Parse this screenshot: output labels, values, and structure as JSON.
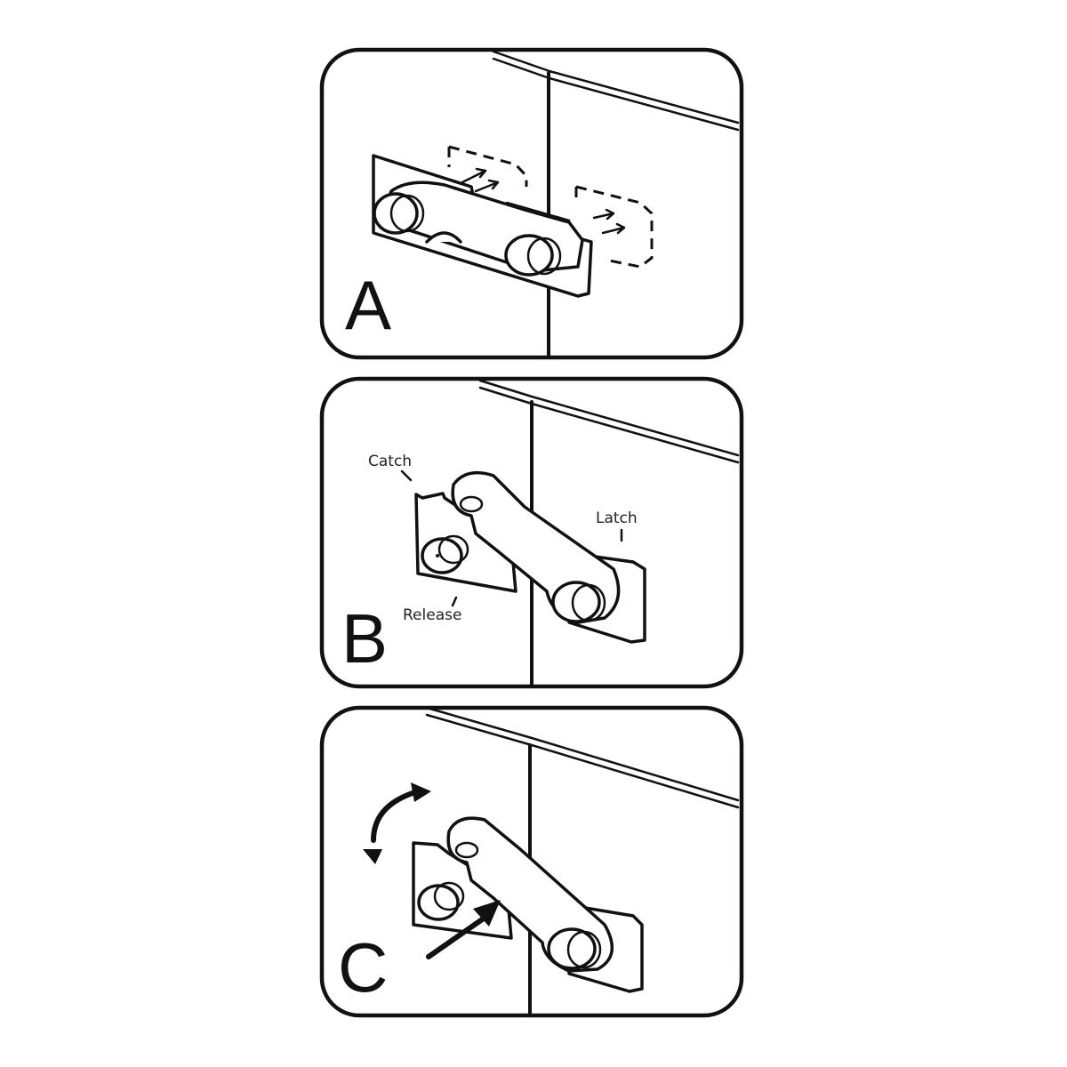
{
  "figure": {
    "type": "instruction-diagram",
    "subject": "cabinet door latch installation and use",
    "panels": [
      {
        "id": "A",
        "label": "A",
        "description": "Latch and catch plates pressed onto two adjacent cabinet doors with adhesive pads (dashed outlines and arrows)."
      },
      {
        "id": "B",
        "label": "B",
        "description": "Latch engaged in catch across the door gap.",
        "callouts": [
          {
            "text": "Catch"
          },
          {
            "text": "Latch"
          },
          {
            "text": "Release"
          }
        ]
      },
      {
        "id": "C",
        "label": "C",
        "description": "Press release button (straight arrow) and swing latch arm (curved double arrow) to open."
      }
    ],
    "colors": {
      "ink": "#111111",
      "background": "#ffffff"
    }
  }
}
